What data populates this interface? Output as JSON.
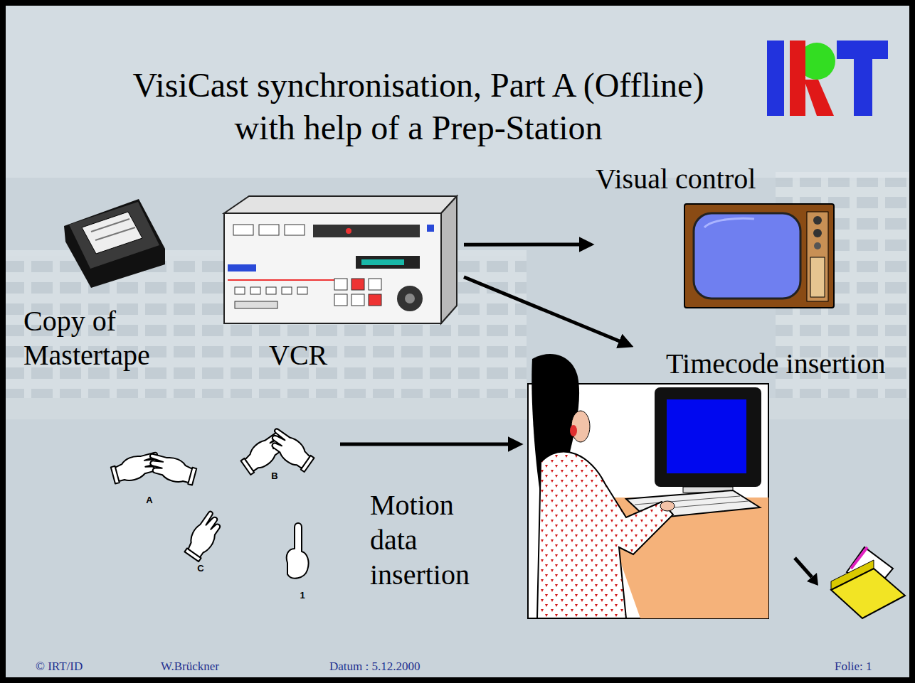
{
  "diagram": {
    "title": "VisiCast synchronisation, Part A (Offline) with help of a Prep-Station",
    "nodes": [
      {
        "text": [
          "Copy of Mastertape"
        ]
      },
      {
        "text": [
          "VCR"
        ]
      },
      {
        "text": [
          "Visual control"
        ]
      },
      {
        "text": [
          "Timecode insertion"
        ]
      },
      {
        "text": [
          "A",
          "B",
          "C",
          "1"
        ]
      }
    ],
    "edges": [
      {
        "from": 1,
        "to": 2,
        "arrow": "to"
      },
      {
        "from": 1,
        "to": 3,
        "arrow": "to"
      },
      {
        "from": 4,
        "to": 3,
        "label": "Motion data insertion",
        "arrow": "to"
      }
    ],
    "labels": [
      "© IRT/ID",
      "W.Brückner",
      "Datum : 5.12.2000",
      "Folie: 1"
    ]
  }
}
